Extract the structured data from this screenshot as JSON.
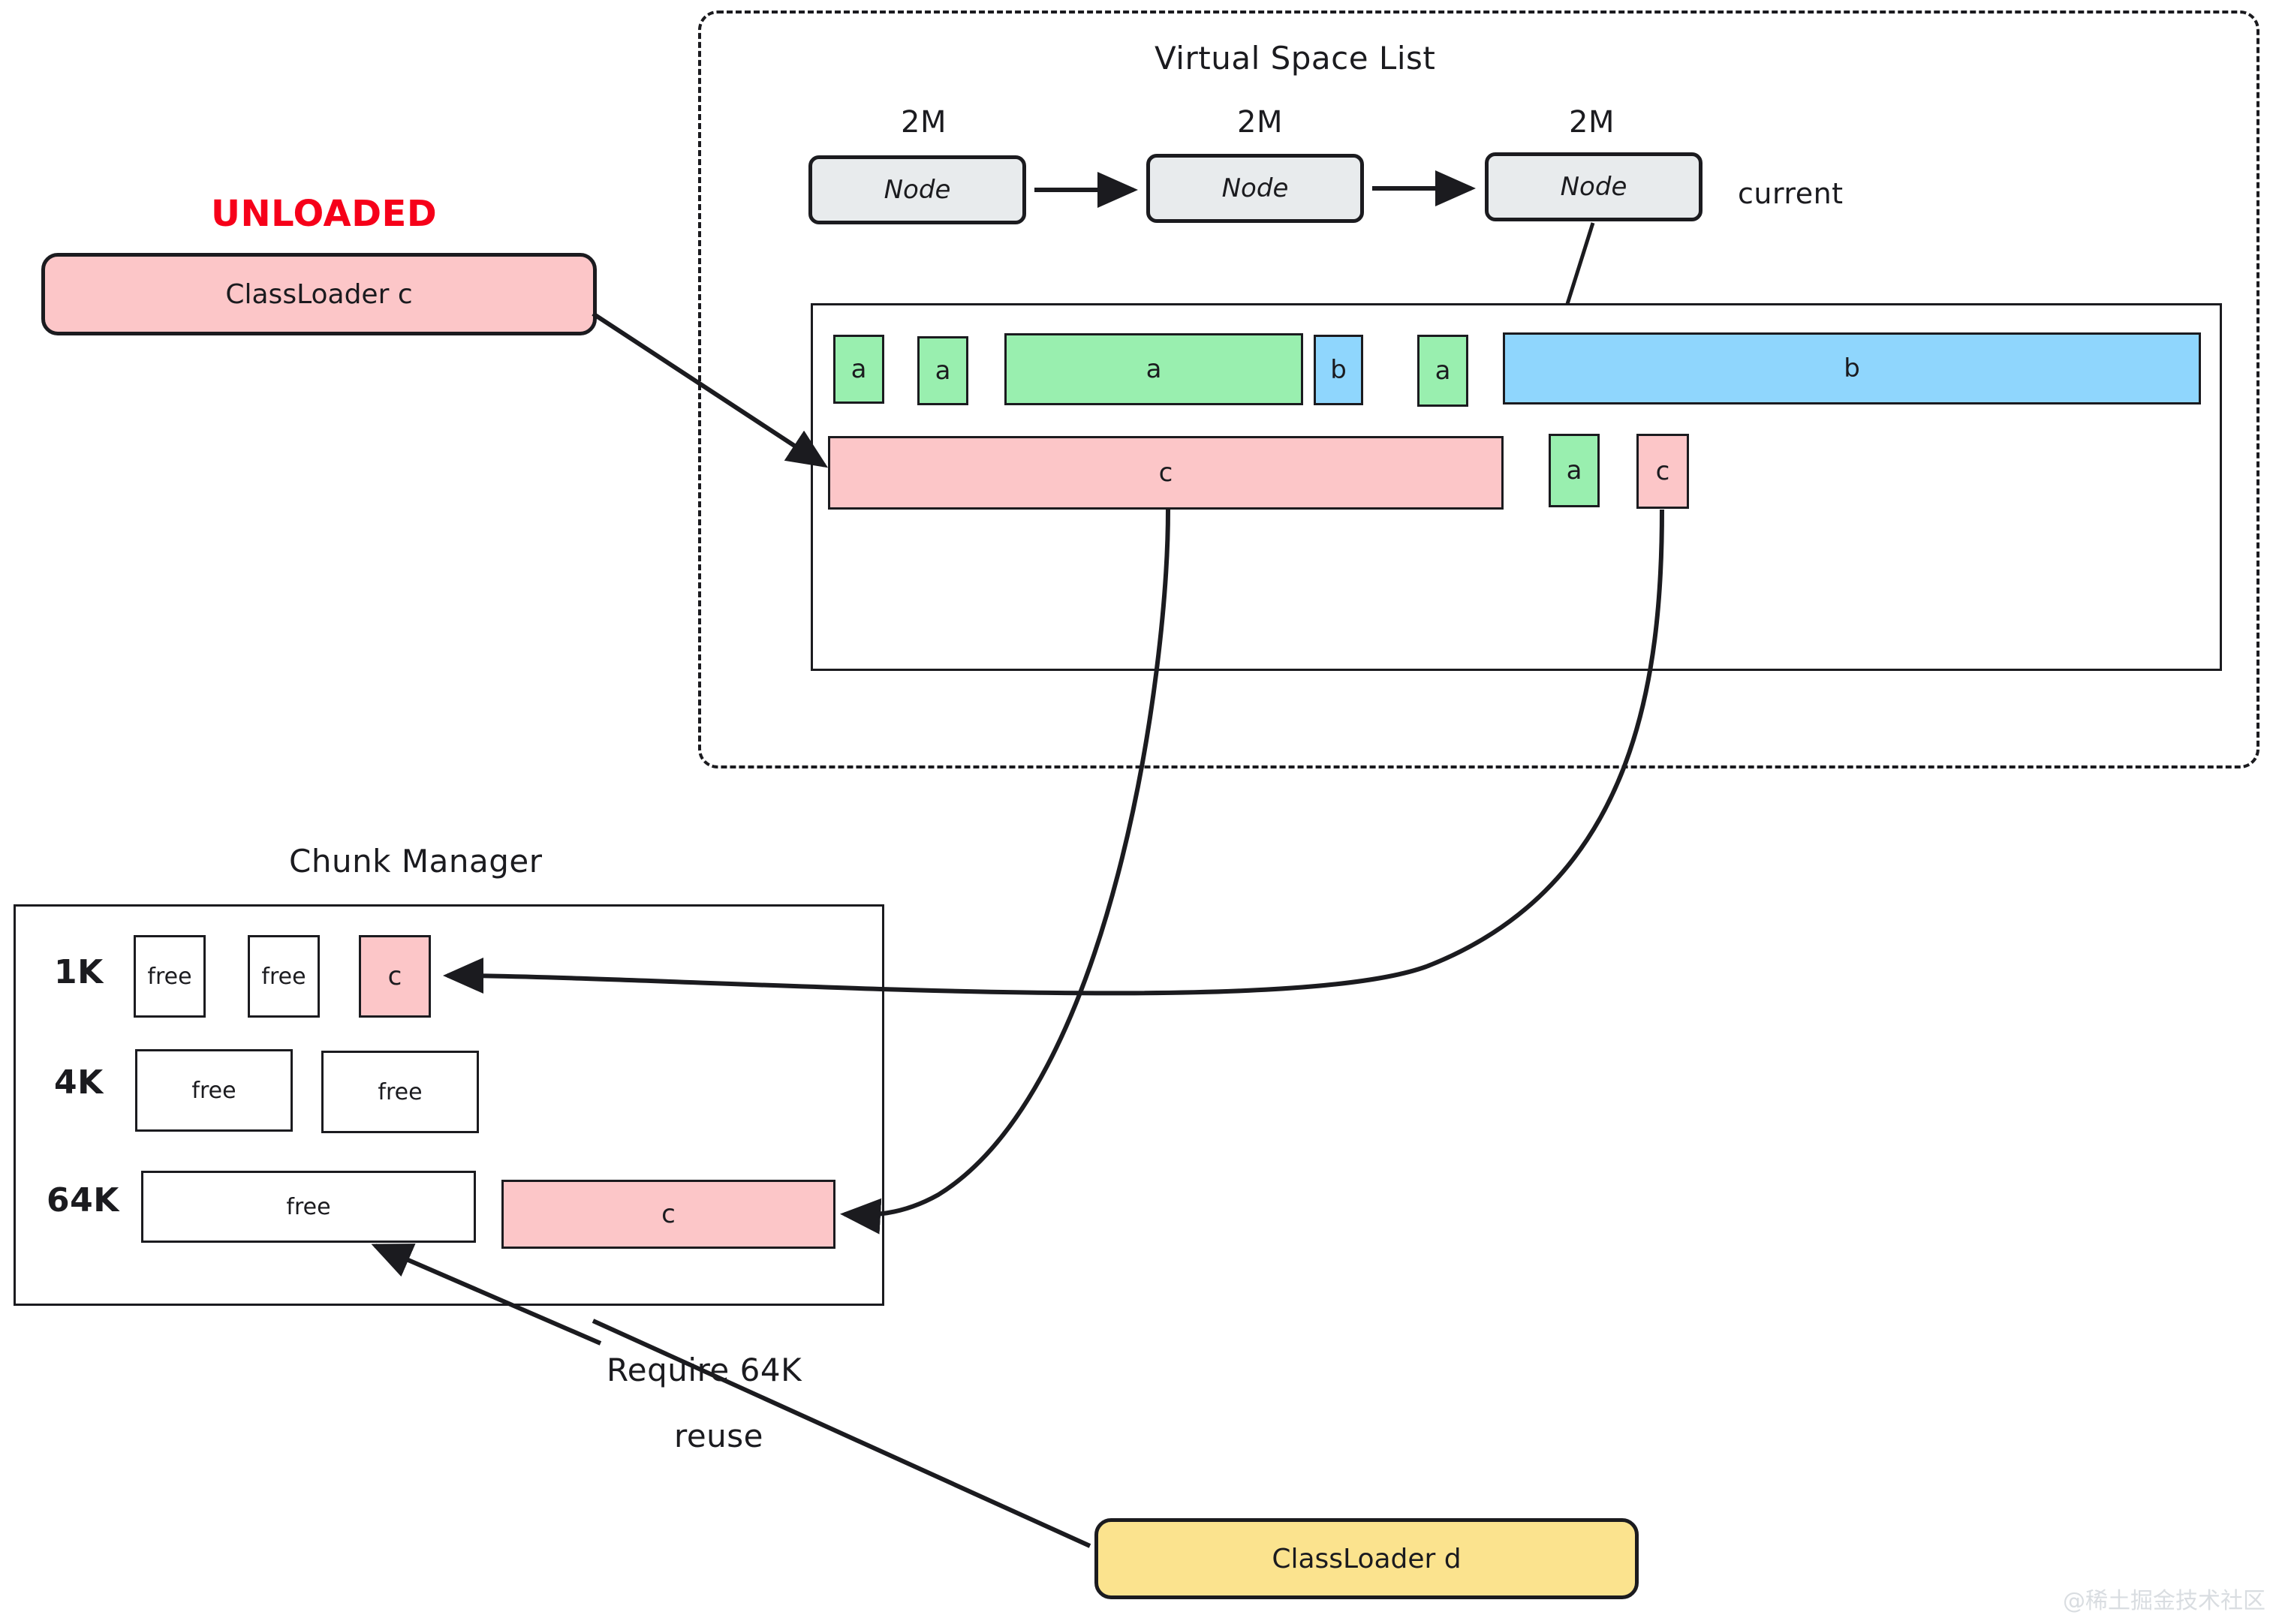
{
  "diagram": {
    "title_unloaded": "UNLOADED",
    "accent_red": "#f60019",
    "colors": {
      "green": "#99efaf",
      "blue": "#8fd6fd",
      "pink": "#fcc6c8",
      "yellow": "#fbe38e",
      "node_gray": "#e8ebed",
      "stroke": "#1b1b1f"
    }
  },
  "classloader_c": {
    "label": "ClassLoader c",
    "status": "UNLOADED"
  },
  "classloader_d": {
    "label": "ClassLoader d"
  },
  "virtual_space": {
    "title": "Virtual Space List",
    "current_label": "current",
    "nodes": [
      {
        "size": "2M",
        "label": "Node"
      },
      {
        "size": "2M",
        "label": "Node"
      },
      {
        "size": "2M",
        "label": "Node"
      }
    ],
    "row1": [
      {
        "label": "a",
        "color": "green"
      },
      {
        "label": "a",
        "color": "green"
      },
      {
        "label": "a",
        "color": "green"
      },
      {
        "label": "b",
        "color": "blue"
      },
      {
        "label": "a",
        "color": "green"
      },
      {
        "label": "b",
        "color": "blue"
      }
    ],
    "row2": [
      {
        "label": "c",
        "color": "pink"
      },
      {
        "label": "a",
        "color": "green"
      },
      {
        "label": "c",
        "color": "pink"
      }
    ]
  },
  "chunk_manager": {
    "title": "Chunk Manager",
    "rows": [
      {
        "size": "1K",
        "chunks": [
          {
            "label": "free",
            "color": "white"
          },
          {
            "label": "free",
            "color": "white"
          },
          {
            "label": "c",
            "color": "pink"
          }
        ]
      },
      {
        "size": "4K",
        "chunks": [
          {
            "label": "free",
            "color": "white"
          },
          {
            "label": "free",
            "color": "white"
          }
        ]
      },
      {
        "size": "64K",
        "chunks": [
          {
            "label": "free",
            "color": "white"
          },
          {
            "label": "c",
            "color": "pink"
          }
        ]
      }
    ]
  },
  "annotation": {
    "require_line1": "Require 64K",
    "require_line2": "reuse"
  },
  "watermark": {
    "text": "@稀土掘金技术社区"
  }
}
